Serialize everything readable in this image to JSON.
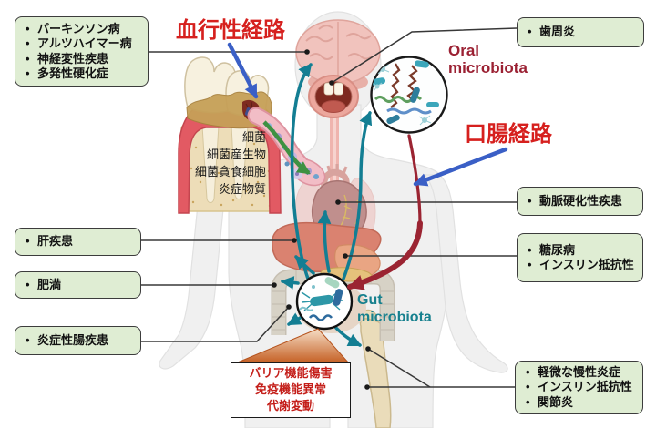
{
  "title_labels": {
    "hematogenous_route": "血行性経路",
    "oral_gut_route": "口腸経路",
    "oral_microbiota_line1": "Oral",
    "oral_microbiota_line2": "microbiota",
    "gut_microbiota_line1": "Gut",
    "gut_microbiota_line2": "microbiota"
  },
  "vessel_contents": {
    "items": [
      "細菌",
      "細菌産生物",
      "細菌貪食細胞",
      "炎症物質"
    ]
  },
  "gut_effects": {
    "items": [
      "バリア機能傷害",
      "免疫機能異常",
      "代謝変動"
    ]
  },
  "disease_boxes": {
    "neurological": {
      "items": [
        "パーキンソン病",
        "アルツハイマー病",
        "神経変性疾患",
        "多発性硬化症"
      ]
    },
    "periodontitis": {
      "items": [
        "歯周炎"
      ]
    },
    "atherosclerosis": {
      "items": [
        "動脈硬化性疾患"
      ]
    },
    "diabetes": {
      "items": [
        "糖尿病",
        "インスリン抵抗性"
      ]
    },
    "inflammation": {
      "items": [
        "軽微な慢性炎症",
        "インスリン抵抗性",
        "関節炎"
      ]
    },
    "liver": {
      "items": [
        "肝疾患"
      ]
    },
    "obesity": {
      "items": [
        "肥満"
      ]
    },
    "ibd": {
      "items": [
        "炎症性腸疾患"
      ]
    }
  },
  "colors": {
    "box_bg": "#DFEDD3",
    "route_red": "#D6201E",
    "oral_label": "#9B2133",
    "gut_label": "#16808E",
    "teal_arrow": "#137E93",
    "dark_red_arrow": "#9B2432",
    "blue_arrow": "#3A5FC6",
    "green_arrow": "#3E9142",
    "effects_text": "#C41F1A"
  }
}
